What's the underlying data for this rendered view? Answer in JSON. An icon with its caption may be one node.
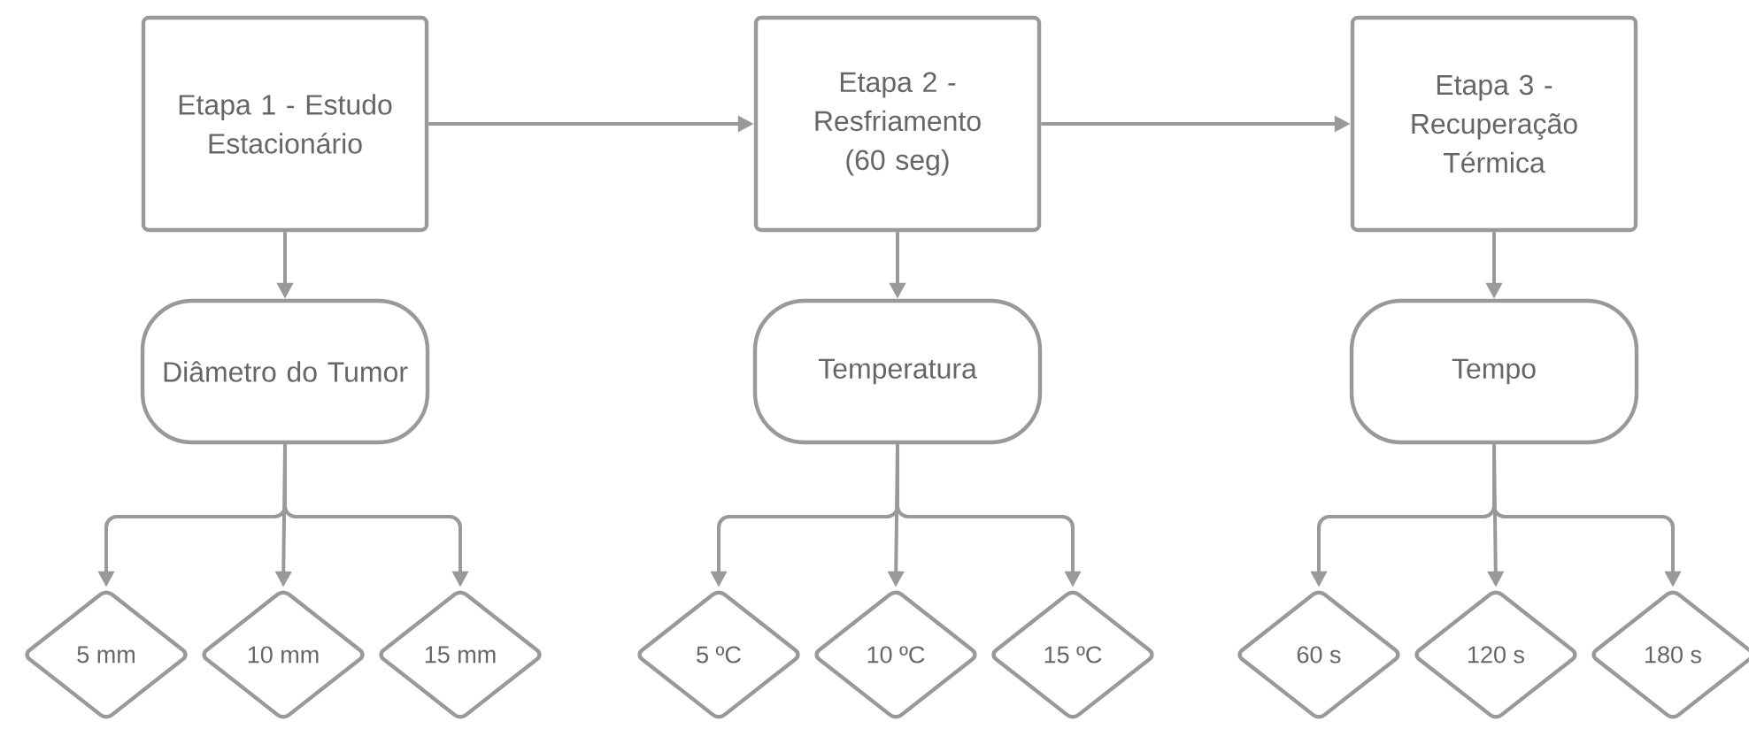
{
  "diagram": {
    "nodes": [
      {
        "text": [
          "Etapa 1 - Estudo Estacionário"
        ]
      },
      {
        "text": [
          "Etapa 2 - Resfriamento (60 seg)"
        ]
      },
      {
        "text": [
          "Etapa 3 - Recuperação Térmica"
        ]
      },
      {
        "text": [
          "Diâmetro do Tumor"
        ]
      },
      {
        "text": [
          "Temperatura"
        ]
      },
      {
        "text": [
          "Tempo"
        ]
      },
      {
        "text": [
          "5 mm"
        ]
      },
      {
        "text": [
          "10 mm"
        ]
      },
      {
        "text": [
          "15 mm"
        ]
      },
      {
        "text": [
          "5 ºC"
        ]
      },
      {
        "text": [
          "10 ºC"
        ]
      },
      {
        "text": [
          "15 ºC"
        ]
      },
      {
        "text": [
          "60 s"
        ]
      },
      {
        "text": [
          "120 s"
        ]
      },
      {
        "text": [
          "180 s"
        ]
      }
    ],
    "edges": [
      {
        "from": 0,
        "to": 1,
        "arrow": "to"
      },
      {
        "from": 1,
        "to": 2,
        "arrow": "to"
      },
      {
        "from": 0,
        "to": 3,
        "arrow": "to"
      },
      {
        "from": 1,
        "to": 4,
        "arrow": "to"
      },
      {
        "from": 2,
        "to": 5,
        "arrow": "to"
      },
      {
        "from": 3,
        "to": 6,
        "arrow": "to"
      },
      {
        "from": 3,
        "to": 7,
        "arrow": "to"
      },
      {
        "from": 3,
        "to": 8,
        "arrow": "to"
      },
      {
        "from": 4,
        "to": 9,
        "arrow": "to"
      },
      {
        "from": 4,
        "to": 10,
        "arrow": "to"
      },
      {
        "from": 4,
        "to": 11,
        "arrow": "to"
      },
      {
        "from": 5,
        "to": 12,
        "arrow": "to"
      },
      {
        "from": 5,
        "to": 13,
        "arrow": "to"
      },
      {
        "from": 5,
        "to": 14,
        "arrow": "to"
      }
    ]
  }
}
